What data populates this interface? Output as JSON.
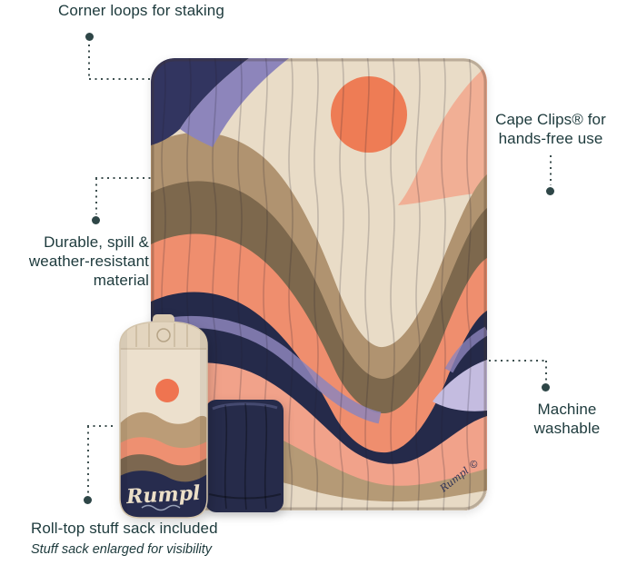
{
  "annotations": {
    "corner_loops": "Corner loops for staking",
    "cape_clips": "Cape Clips® for hands-free use",
    "durable": "Durable, spill & weather-resistant material",
    "machine_washable": "Machine washable",
    "roll_top": "Roll-top stuff sack included",
    "roll_top_note": "Stuff sack enlarged for visibility"
  },
  "product": {
    "sack_logo": "Rumpl",
    "watermark": "Rumpl ©"
  },
  "colors": {
    "text": "#1d3a3c",
    "dot": "#2e4647",
    "leader_line": "#3d4f4f",
    "cream": "#e9dcc7",
    "coral": "#ee7c55",
    "salmon": "#ef8e6e",
    "pink": "#f1a28a",
    "tan": "#b09370",
    "brown": "#7d684d",
    "navy": "#252a4a",
    "purple": "#8d85bb",
    "lavender": "#c4bce0",
    "sack_cream": "#ece0cd"
  }
}
